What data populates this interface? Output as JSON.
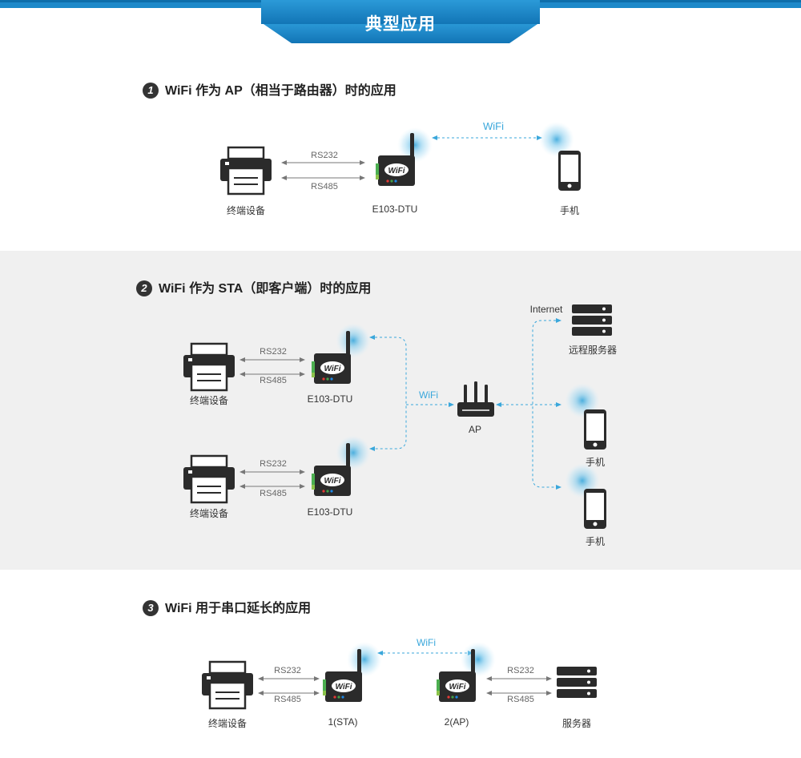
{
  "header": {
    "title": "典型应用"
  },
  "sections": [
    {
      "number": "1",
      "heading": "WiFi 作为 AP（相当于路由器）时的应用",
      "terminal_label": "终端设备",
      "rs232": "RS232",
      "rs485": "RS485",
      "dtu_label": "E103-DTU",
      "wifi_label": "WiFi",
      "phone_label": "手机"
    },
    {
      "number": "2",
      "heading": "WiFi 作为 STA（即客户端）时的应用",
      "terminal_label_a": "终端设备",
      "terminal_label_b": "终端设备",
      "rs232_a": "RS232",
      "rs485_a": "RS485",
      "rs232_b": "RS232",
      "rs485_b": "RS485",
      "dtu_label_a": "E103-DTU",
      "dtu_label_b": "E103-DTU",
      "wifi_label": "WiFi",
      "ap_label": "AP",
      "internet_label": "Internet",
      "server_label": "远程服务器",
      "phone_label_a": "手机",
      "phone_label_b": "手机"
    },
    {
      "number": "3",
      "heading": "WiFi 用于串口延长的应用",
      "terminal_label": "终端设备",
      "rs232_left": "RS232",
      "rs485_left": "RS485",
      "sta_label": "1(STA)",
      "ap_label": "2(AP)",
      "wifi_label": "WiFi",
      "rs232_right": "RS232",
      "rs485_right": "RS485",
      "server_label": "服务器"
    }
  ],
  "device_badge": "WiFi",
  "colors": {
    "banner": "#1d89c9",
    "wifi_accent": "#3aa7db",
    "band": "#f0f0f0",
    "device": "#2b2b2b"
  }
}
